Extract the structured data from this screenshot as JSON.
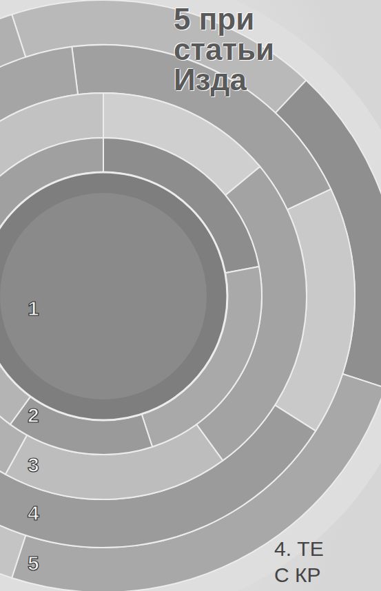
{
  "diagram": {
    "title": "5 при статьи Изда",
    "labels": [
      "1",
      "2",
      "3",
      "4",
      "5",
      "4. ТЕ С КР"
    ]
  }
}
